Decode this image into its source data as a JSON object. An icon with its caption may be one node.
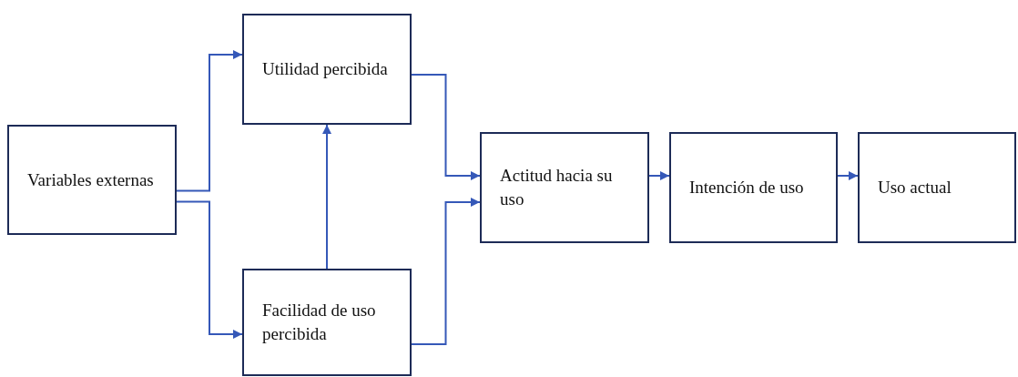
{
  "diagram": {
    "nodes": [
      {
        "text": [
          "Variables externas"
        ]
      },
      {
        "text": [
          "Utilidad percibida"
        ]
      },
      {
        "text": [
          "Facilidad de uso percibida"
        ]
      },
      {
        "text": [
          "Actitud hacia su uso"
        ]
      },
      {
        "text": [
          "Intención de uso"
        ]
      },
      {
        "text": [
          "Uso actual"
        ]
      }
    ],
    "edges": [
      {
        "from": 0,
        "to": 1,
        "arrow": "to"
      },
      {
        "from": 0,
        "to": 2,
        "arrow": "to"
      },
      {
        "from": 2,
        "to": 1,
        "arrow": "to"
      },
      {
        "from": 1,
        "to": 3,
        "arrow": "to"
      },
      {
        "from": 2,
        "to": 3,
        "arrow": "to"
      },
      {
        "from": 3,
        "to": 4,
        "arrow": "to"
      },
      {
        "from": 4,
        "to": 5,
        "arrow": "to"
      }
    ]
  }
}
